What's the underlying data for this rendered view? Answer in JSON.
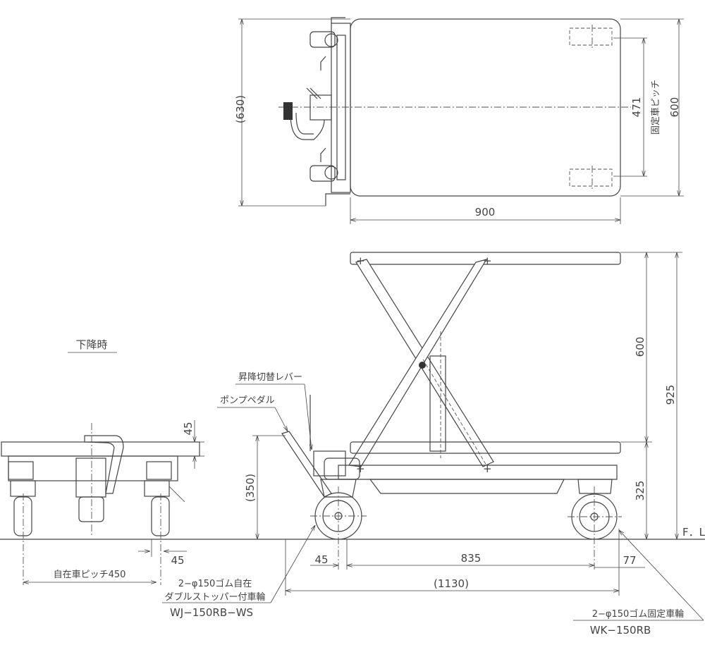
{
  "top_view": {
    "depth_overall": "(630)",
    "width": "600",
    "fixed_wheel_pitch_label": "固定車ピッチ",
    "fixed_wheel_pitch": "471",
    "length": "900"
  },
  "side_view": {
    "lift_stroke": "600",
    "max_height": "925",
    "min_height": "325",
    "pedal_height": "(350)",
    "caster_offset": "45",
    "wheelbase": "835",
    "fixed_wheel_offset": "77",
    "overall_length": "(1130)",
    "floor_level": "F．L",
    "lever_label": "昇降切替レバー",
    "pedal_label": "ポンプペダル"
  },
  "front_view": {
    "title": "下降時",
    "platform_thickness": "45",
    "wheel_offset": "45",
    "caster_pitch": "自在車ピッチ450"
  },
  "callouts": {
    "caster_spec_line1": "2−φ150ゴム自在",
    "caster_spec_line2": "ダブルストッパー付車輪",
    "caster_model": "WJ−150RB−WS",
    "fixed_spec": "2−φ150ゴム固定車輪",
    "fixed_model": "WK−150RB"
  }
}
